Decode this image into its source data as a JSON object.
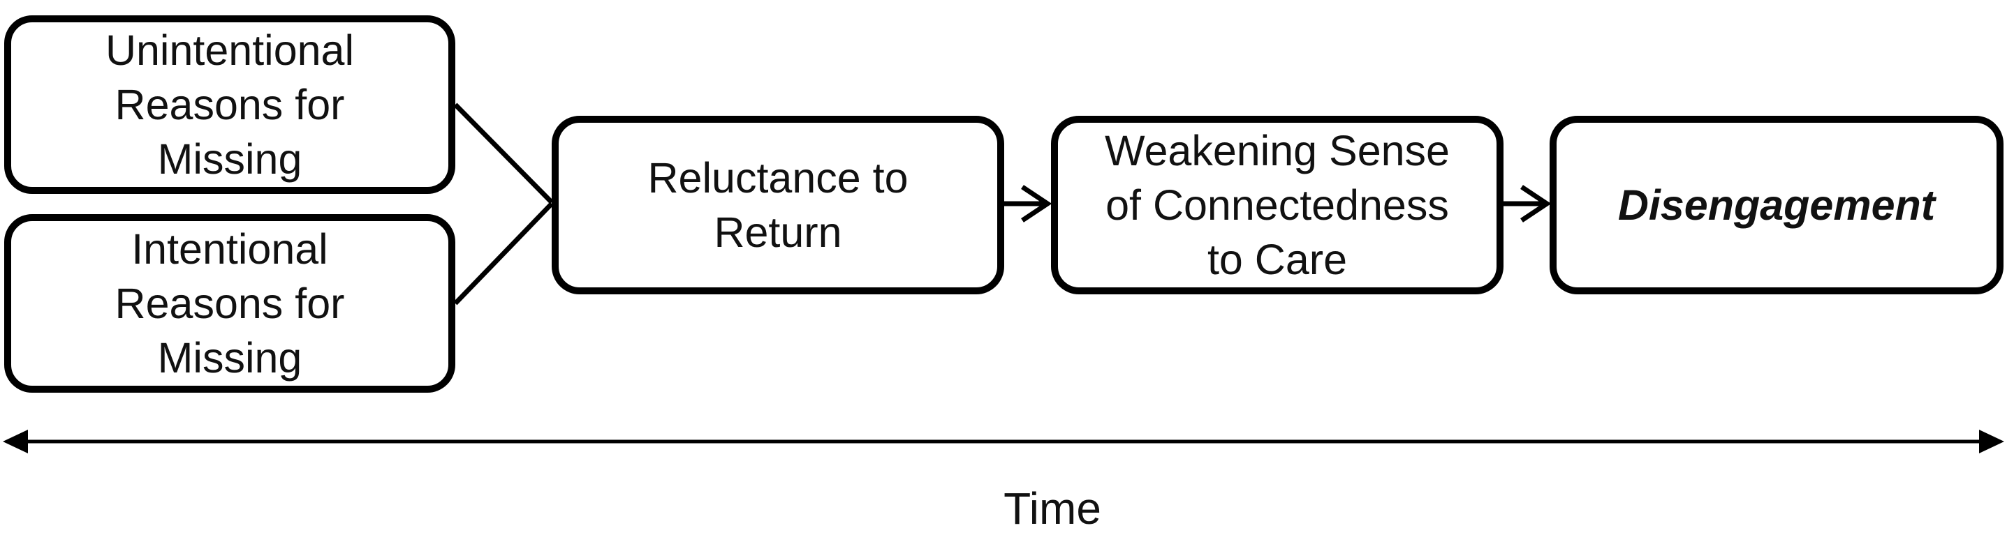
{
  "diagram": {
    "nodes": {
      "unintentional": "Unintentional\nReasons for\nMissing",
      "intentional": "Intentional\nReasons for\nMissing",
      "reluctance": "Reluctance to\nReturn",
      "weakening": "Weakening Sense\nof Connectedness\nto Care",
      "disengagement": "Disengagement"
    },
    "time_axis": {
      "label": "Time"
    },
    "colors": {
      "stroke": "#000000",
      "text": "#111111",
      "background": "#ffffff"
    }
  }
}
